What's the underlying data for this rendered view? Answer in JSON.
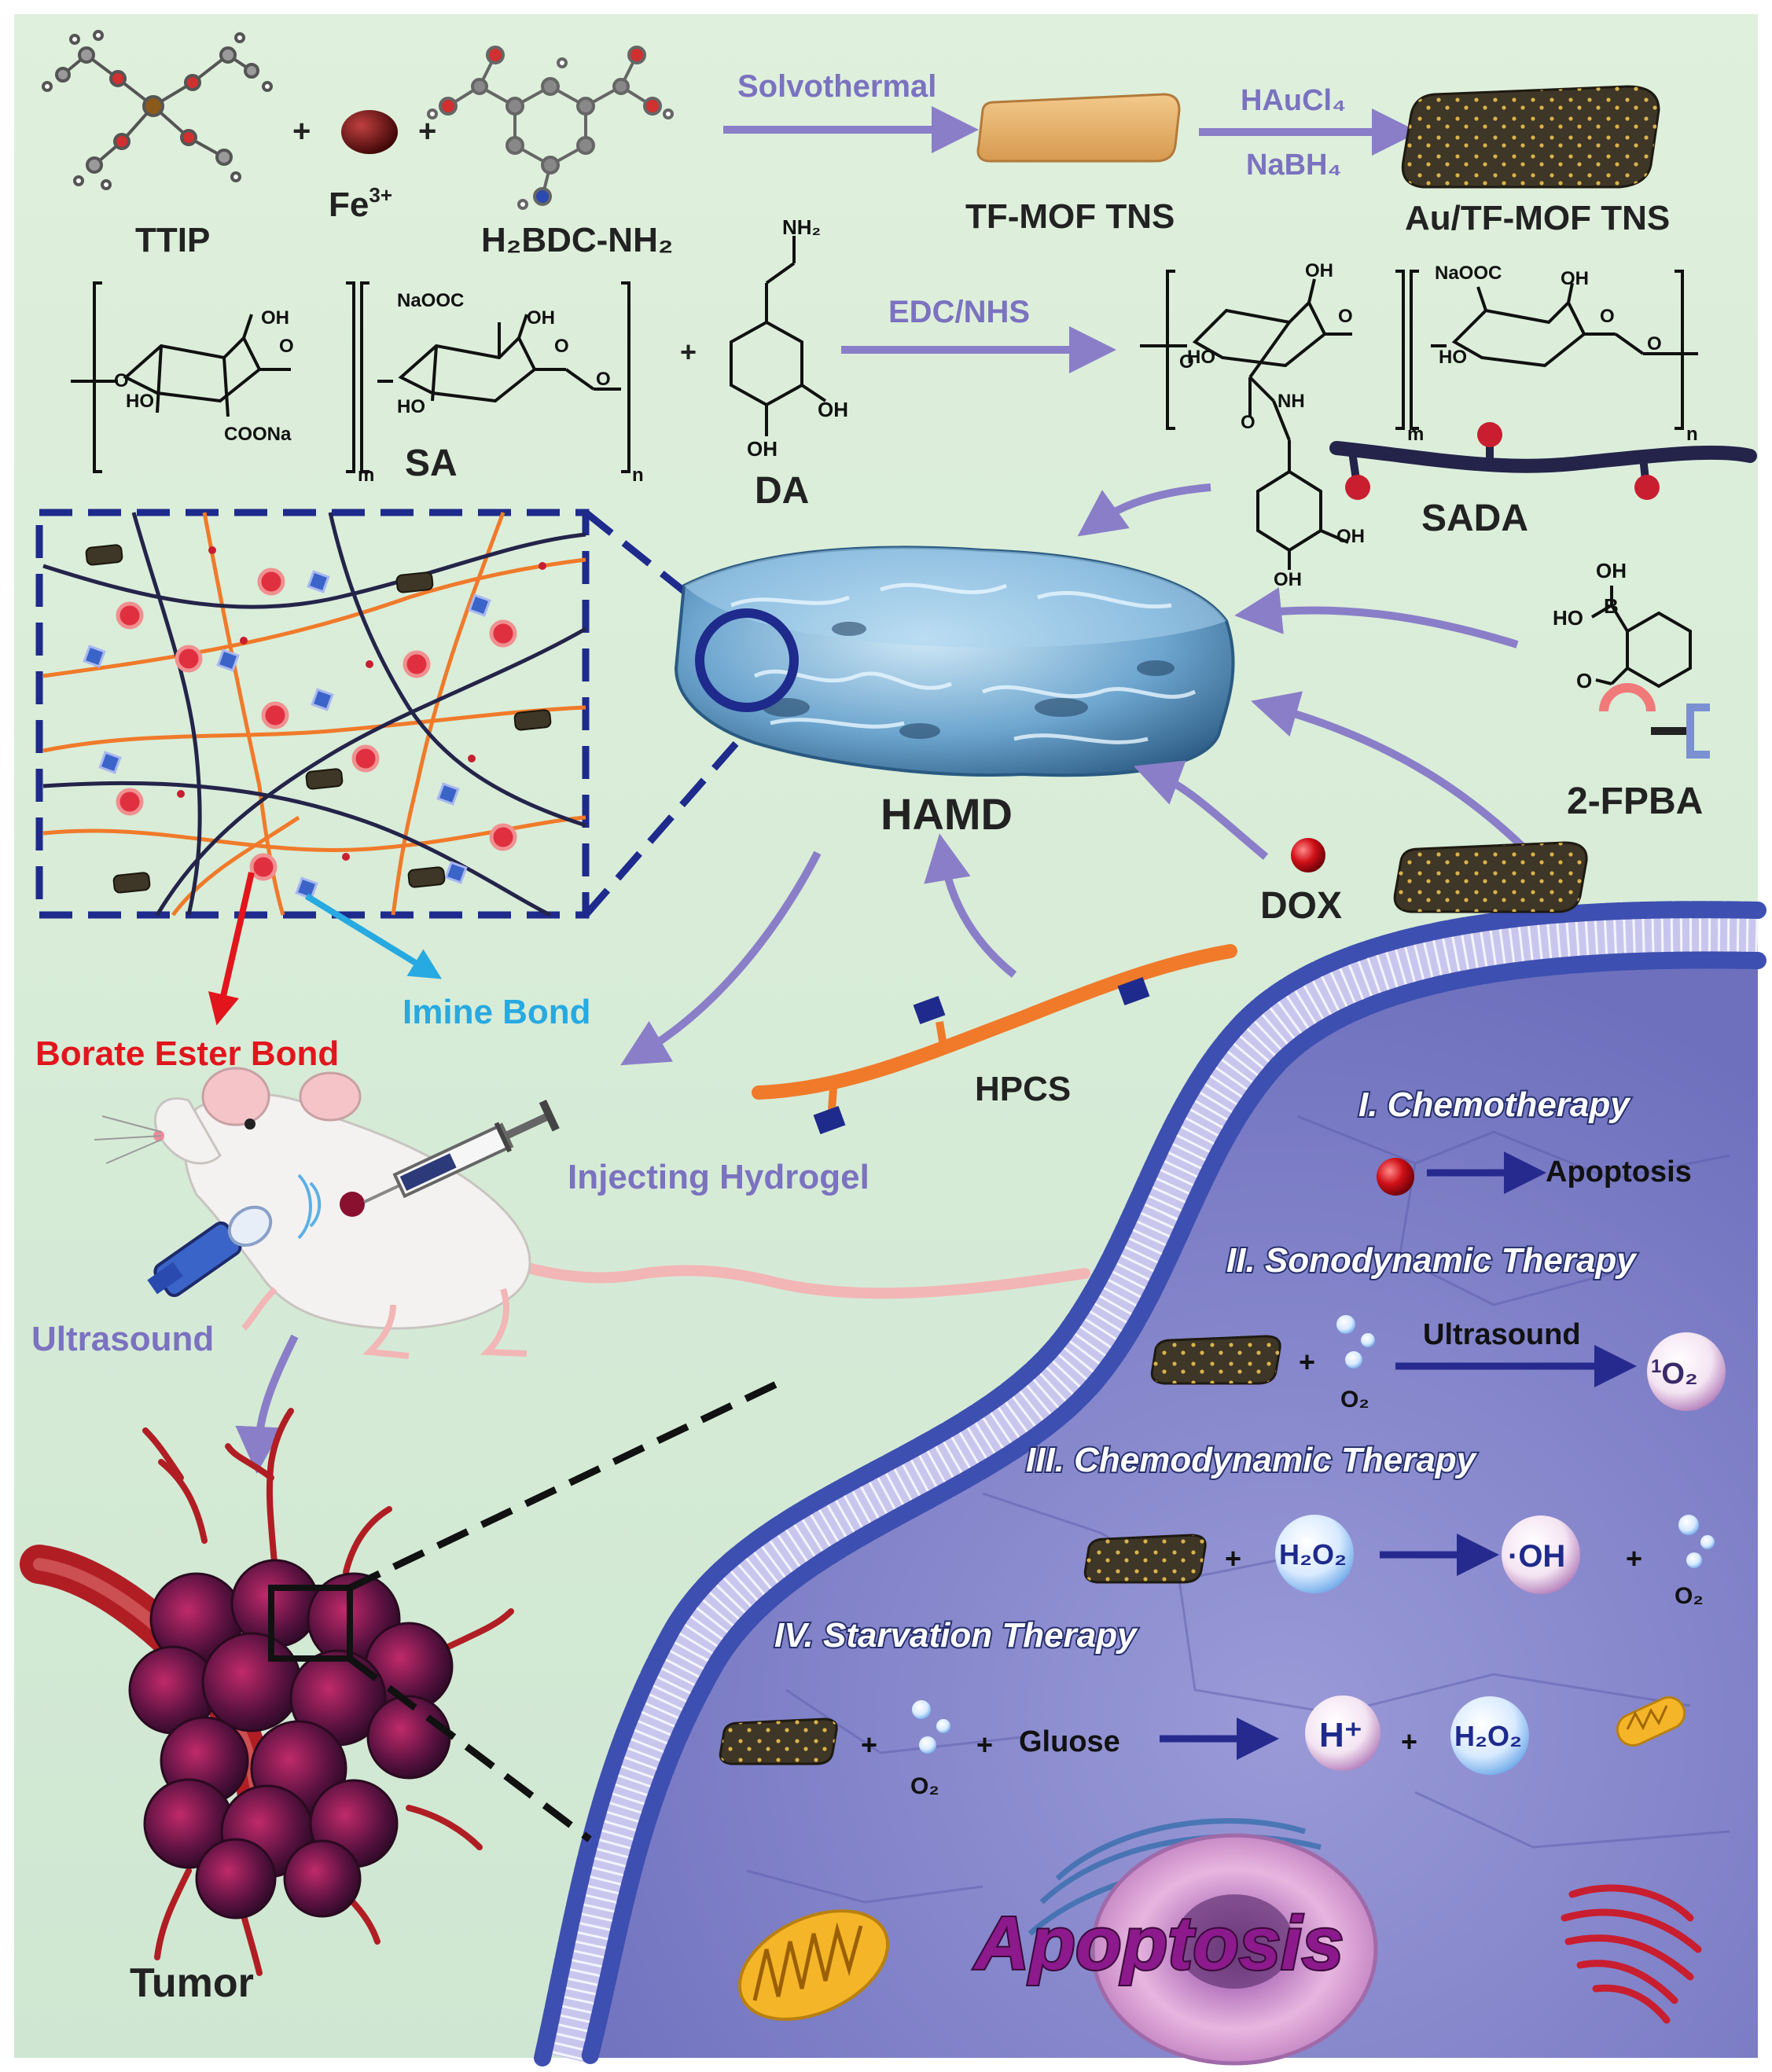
{
  "synthesis": {
    "ttip": "TTIP",
    "fe": "Fe",
    "fe_sup": "3+",
    "h2bdc": "H₂BDC-NH₂",
    "solvothermal": "Solvothermal",
    "tfmof": "TF-MOF TNS",
    "haucl4": "HAuCl₄",
    "nabh4": "NaBH₄",
    "aumof": "Au/TF-MOF TNS",
    "edc": "EDC/NHS",
    "sa": "SA",
    "da": "DA",
    "sada": "SADA",
    "plus": "+",
    "chem": {
      "nh2": "NH₂",
      "oh": "OH",
      "ho": "HO",
      "o": "O",
      "n": "n",
      "m": "m",
      "naooc": "NaOOC",
      "coona": "COONa",
      "nh": "NH",
      "b": "B"
    }
  },
  "hydrogel": {
    "hamd": "HAMD",
    "fpba": "2-FPBA",
    "dox": "DOX",
    "hpcs": "HPCS",
    "borate": "Borate Ester Bond",
    "imine": "Imine Bond",
    "injecting": "Injecting Hydrogel",
    "ultrasound": "Ultrasound",
    "tumor": "Tumor"
  },
  "therapy": {
    "t1": "I. Chemotherapy",
    "apoptosis_small": "Apoptosis",
    "t2": "II. Sonodynamic Therapy",
    "ultrasound": "Ultrasound",
    "o2": "O₂",
    "singlet_sup": "1",
    "singlet": "O₂",
    "t3": "III. Chemodynamic Therapy",
    "h2o2": "H₂O₂",
    "oh_rad": "·OH",
    "t4": "IV. Starvation Therapy",
    "glucose": "Gluose",
    "h_plus": "H⁺",
    "apoptosis_big": "Apoptosis"
  },
  "colors": {
    "background": "#d6ecd6",
    "cell": "#7f7fc8",
    "membrane": "#3d4fb0",
    "arrow": "#8a7ec8",
    "mof": "#3e3626",
    "hpcs": "#f07a2a",
    "sada": "#24244a",
    "borate": "#e2151c",
    "imine": "#27a9e1",
    "apoptosis": "#8c1a8c"
  }
}
